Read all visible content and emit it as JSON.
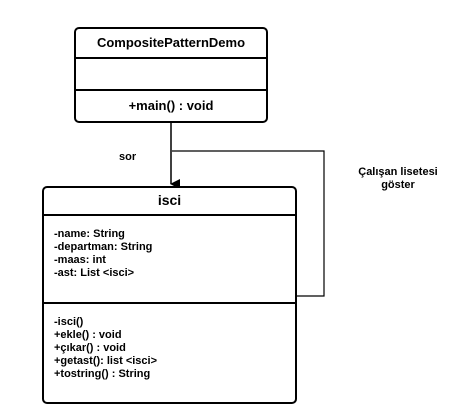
{
  "demo_class": {
    "name": "CompositePatternDemo",
    "attributes": [],
    "methods": [
      "+main() : void"
    ]
  },
  "isci_class": {
    "name": "isci",
    "attributes": [
      "-name: String",
      "-departman: String",
      "-maas: int",
      "-ast: List <isci>"
    ],
    "methods": [
      "-isci()",
      "+ekle() : void",
      "+çıkar() : void",
      "+getast(): list <isci>",
      "+tostring() : String"
    ]
  },
  "associations": {
    "sor_label": "sor",
    "self_label": "Çalışan lisetesi\ngöster"
  }
}
